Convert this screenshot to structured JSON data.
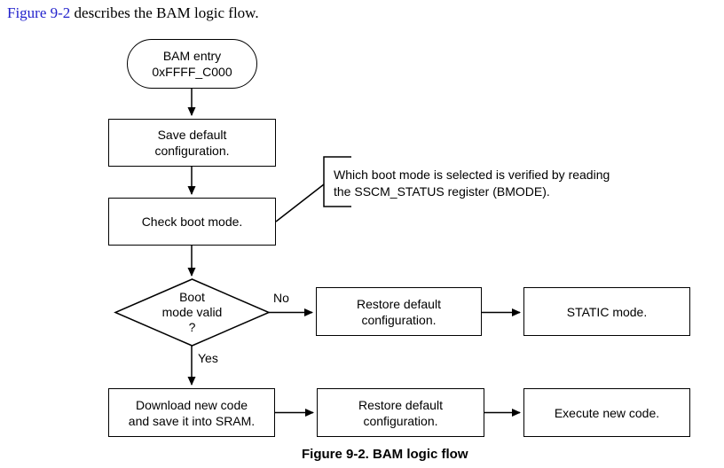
{
  "intro": {
    "link_text": "Figure 9-2",
    "text": " describes the BAM logic flow."
  },
  "caption": "Figure 9-2. BAM logic flow",
  "colors": {
    "link": "#2222cc",
    "line": "#000000",
    "background": "#ffffff"
  },
  "flowchart": {
    "nodes": {
      "start": "BAM entry\n0xFFFF_C000",
      "save_default": "Save default\nconfiguration.",
      "check_boot": "Check boot mode.",
      "decision": "Boot\nmode valid\n?",
      "restore_default_no": "Restore default\nconfiguration.",
      "static_mode": "STATIC mode.",
      "download": "Download new code\nand save it into SRAM.",
      "restore_default_yes": "Restore default\nconfiguration.",
      "execute": "Execute new code."
    },
    "edge_labels": {
      "no": "No",
      "yes": "Yes"
    },
    "annotation": "Which boot mode is selected is verified by reading\nthe SSCM_STATUS register (BMODE)."
  }
}
